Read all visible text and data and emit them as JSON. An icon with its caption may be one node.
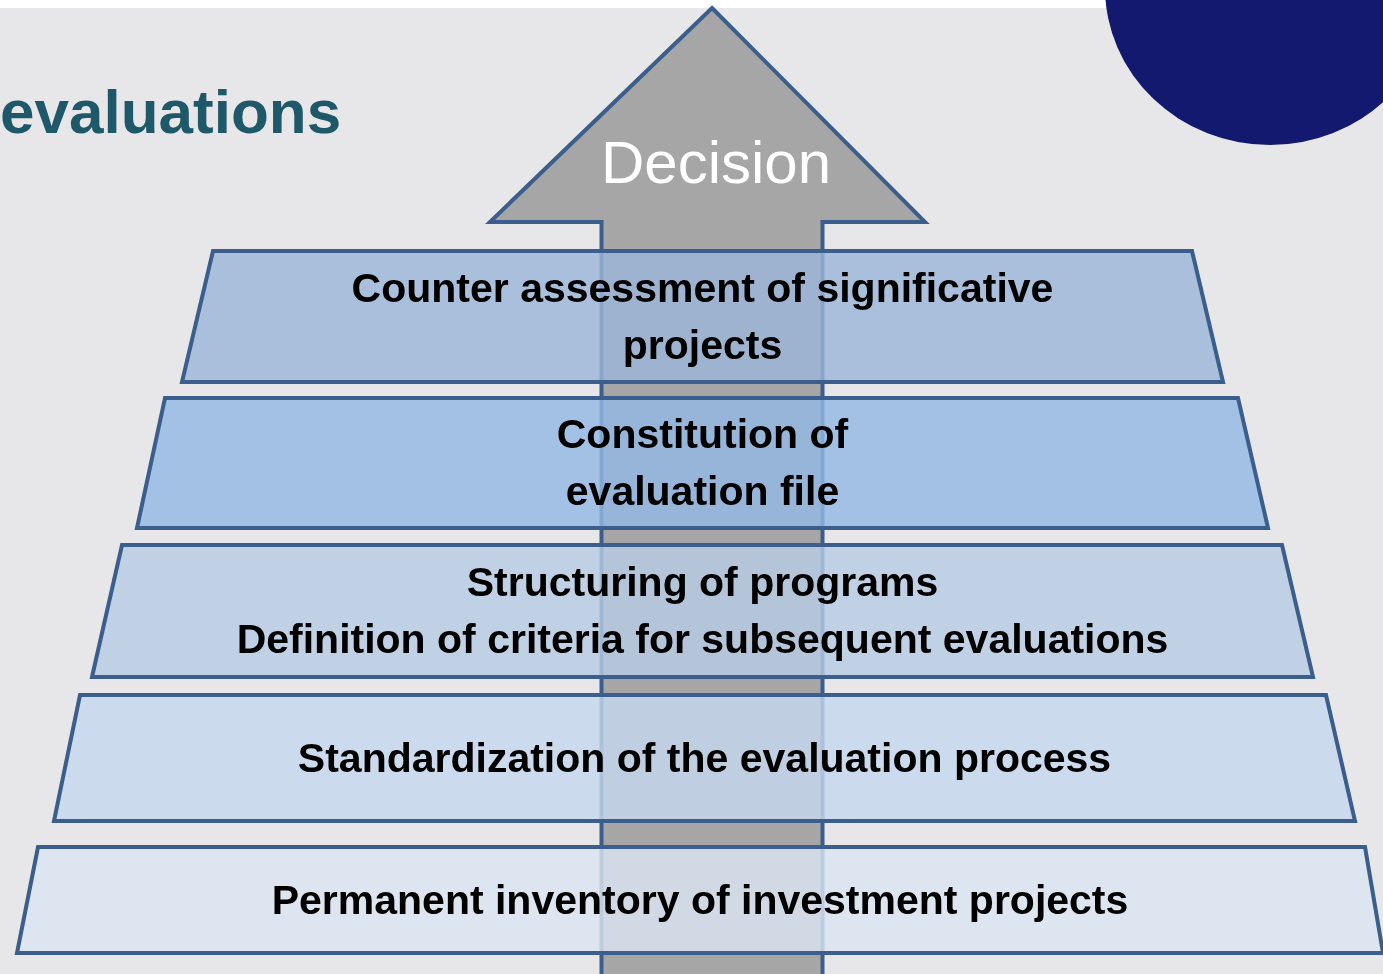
{
  "diagram": {
    "title": "evaluations",
    "nodes": [
      {
        "text": [
          "Decision"
        ]
      },
      {
        "text": [
          "Counter assessment of significative projects"
        ]
      },
      {
        "text": [
          "Constitution of evaluation file"
        ]
      },
      {
        "text": [
          "Structuring of programs",
          "Definition of criteria for subsequent evaluations"
        ]
      },
      {
        "text": [
          "Standardization of the evaluation process"
        ]
      },
      {
        "text": [
          "Permanent inventory of investment projects"
        ]
      }
    ],
    "edges": []
  }
}
